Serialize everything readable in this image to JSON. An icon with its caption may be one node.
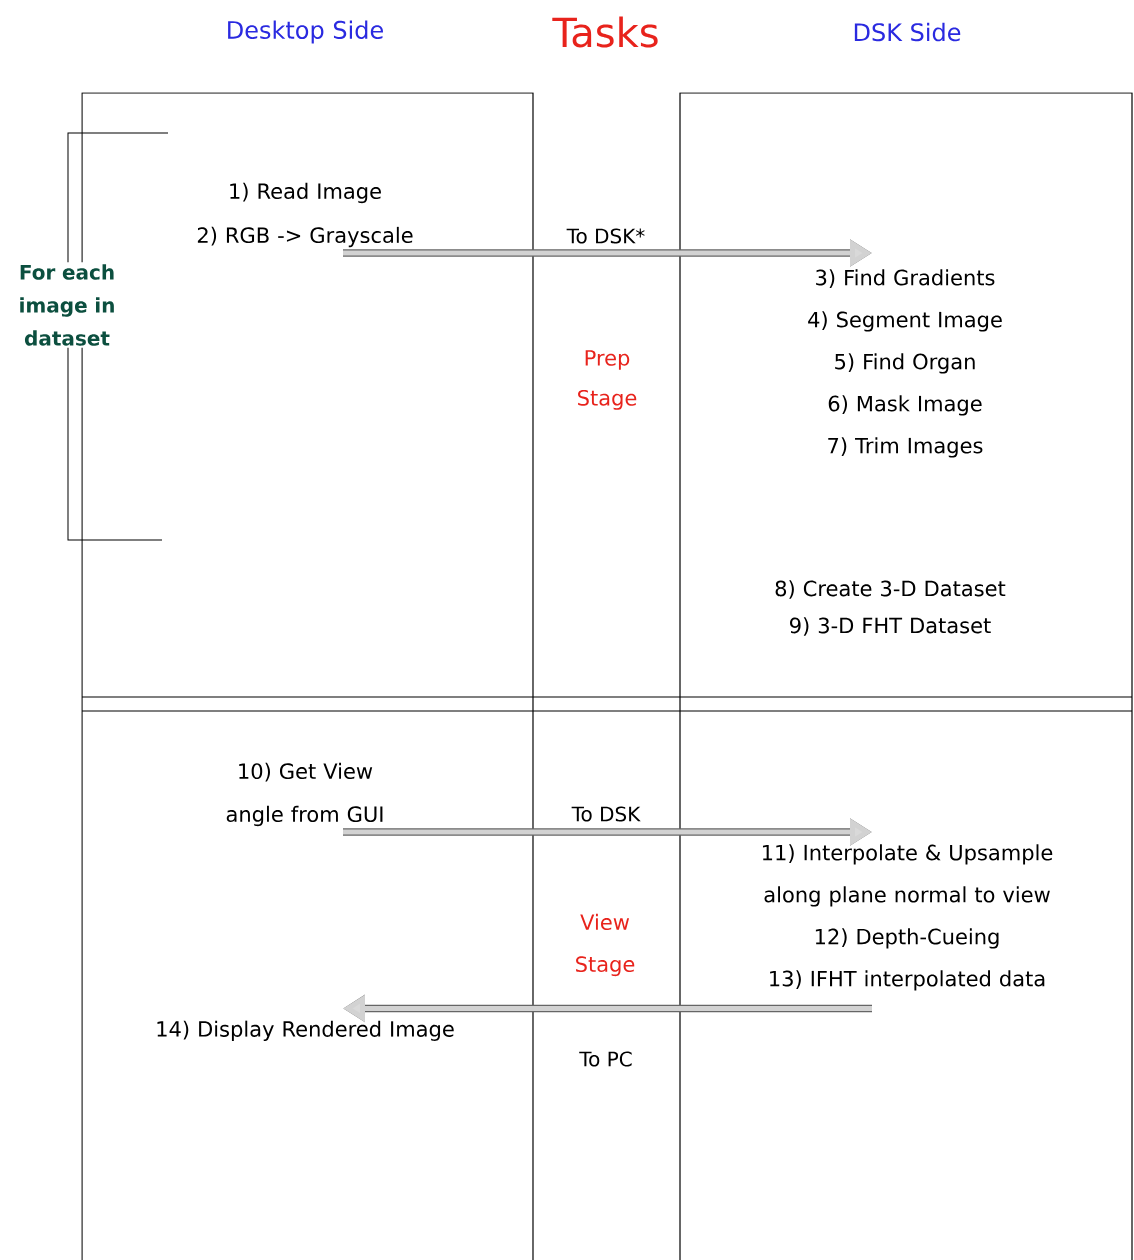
{
  "diagram": {
    "title": "Tasks",
    "nodes": [
      {
        "text": [
          "1) Read Image",
          "2) RGB -> Grayscale"
        ]
      },
      {
        "text": [
          "3) Find Gradients",
          "4) Segment Image",
          "5) Find Organ",
          "6) Mask Image",
          "7) Trim Images"
        ]
      },
      {
        "text": [
          "8) Create 3-D Dataset",
          "9) 3-D FHT Dataset"
        ]
      },
      {
        "text": [
          "10) Get View angle from GUI"
        ]
      },
      {
        "text": [
          "11) Interpolate & Upsample along plane normal to view",
          "12) Depth-Cueing",
          "13) IFHT interpolated data"
        ]
      },
      {
        "text": [
          "14) Display Rendered Image"
        ]
      }
    ],
    "edges": [
      {
        "from": 0,
        "to": 1,
        "arrow": "to",
        "label": "To DSK*"
      },
      {
        "from": 3,
        "to": 4,
        "arrow": "to",
        "label": "To DSK"
      },
      {
        "from": 4,
        "to": 5,
        "arrow": "to",
        "label": "To PC"
      }
    ],
    "labels": [
      "Desktop Side",
      "DSK Side",
      "For each image in dataset",
      "Prep Stage",
      "View Stage"
    ]
  }
}
